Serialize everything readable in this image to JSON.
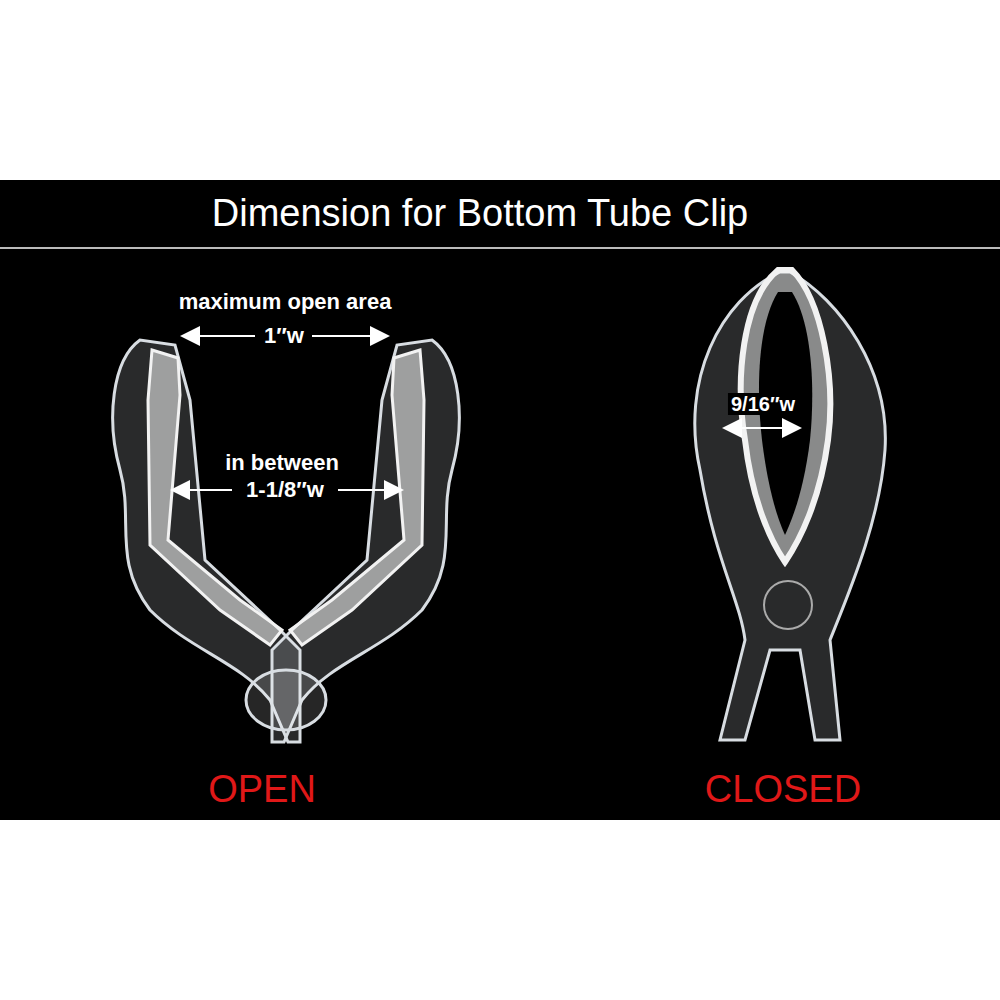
{
  "diagram": {
    "title": "Dimension for Bottom Tube Clip",
    "labels": [
      "maximum open area",
      "1″w",
      "in between",
      "1-1/8″w",
      "9/16″w",
      "OPEN",
      "CLOSED"
    ]
  }
}
